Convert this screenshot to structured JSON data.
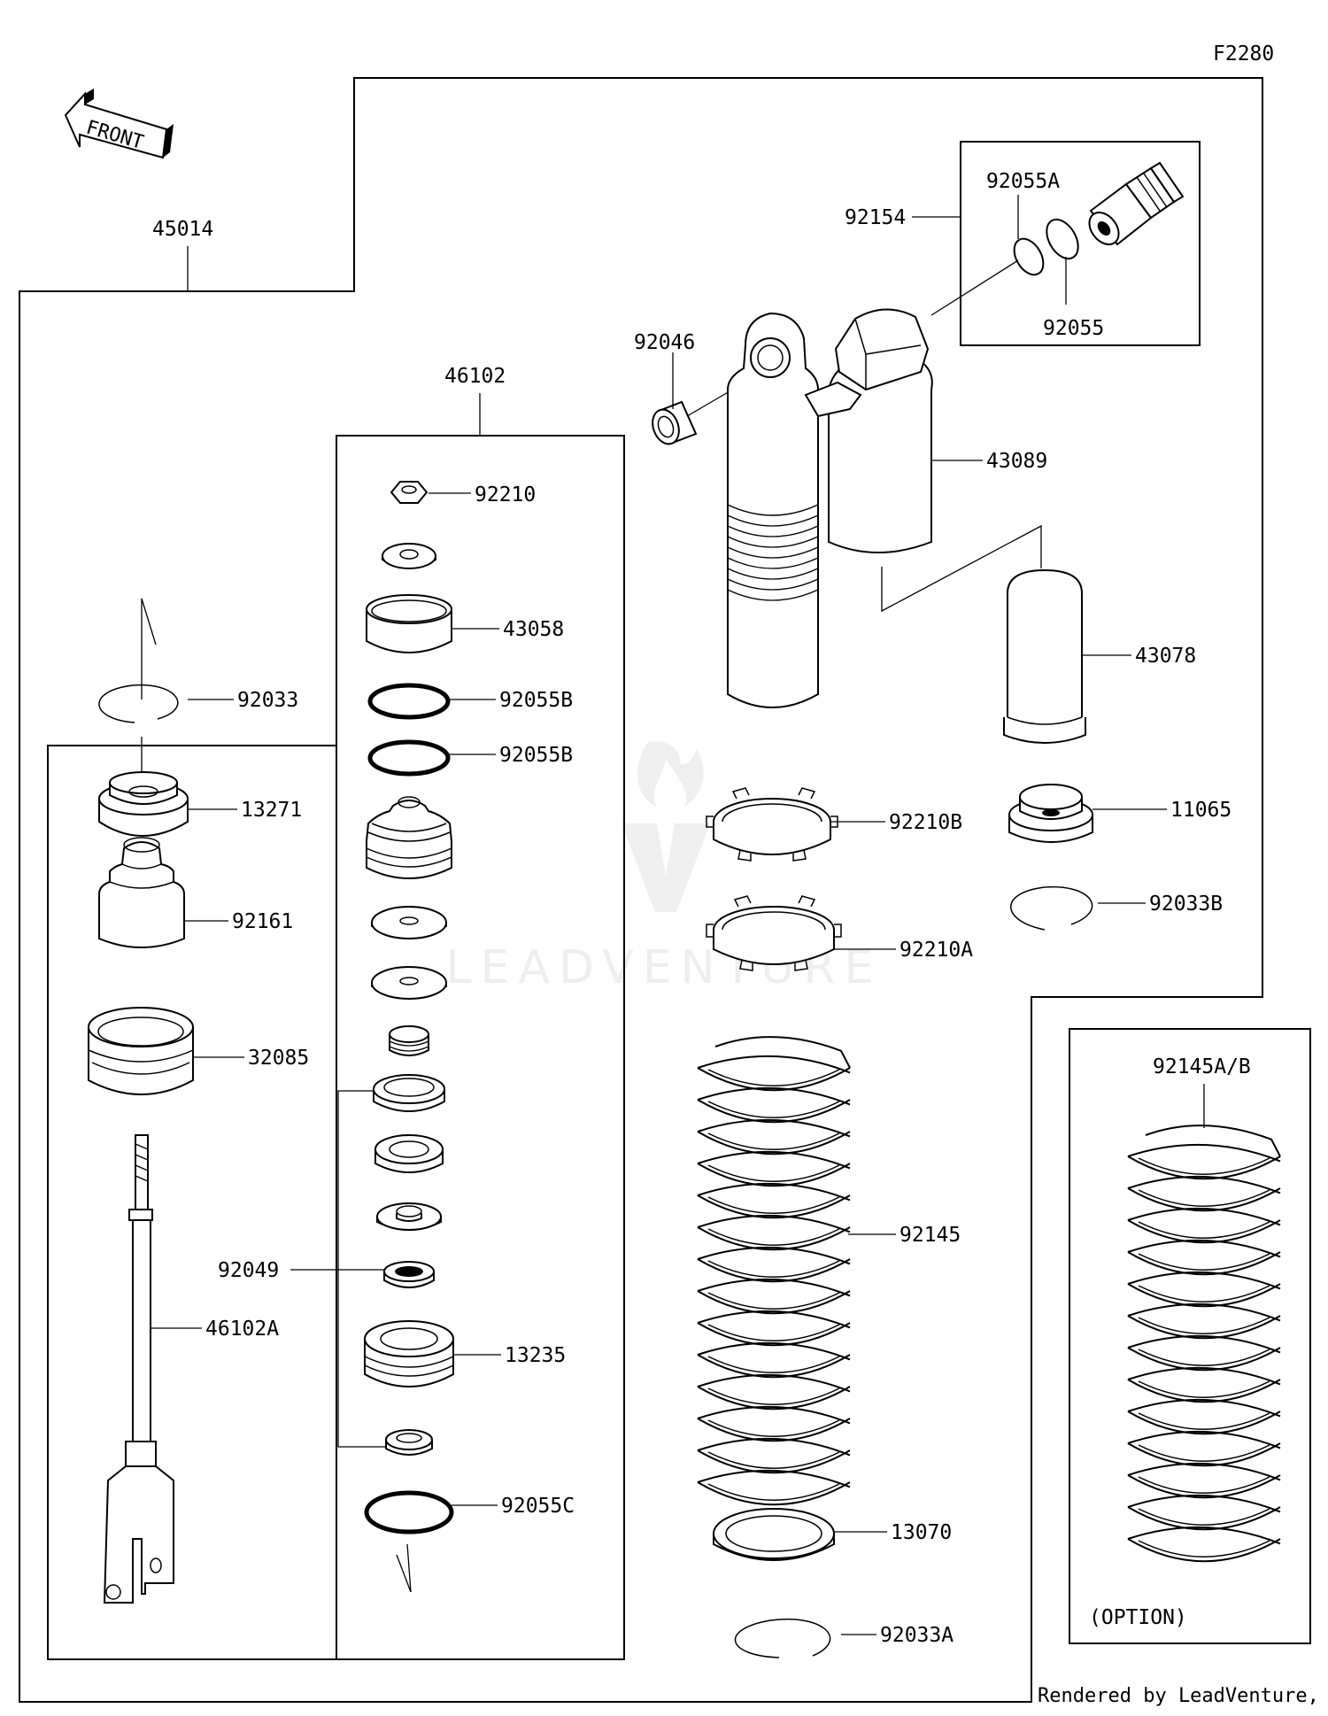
{
  "figure_code": "F2280",
  "front_label": "FRONT",
  "option_label": "(OPTION)",
  "footer": "Rendered by LeadVenture, Inc.",
  "watermark": "LEADVENTURE",
  "parts": {
    "p45014": "45014",
    "p46102": "46102",
    "p92210": "92210",
    "p43058": "43058",
    "p92055B_1": "92055B",
    "p92055B_2": "92055B",
    "p92033": "92033",
    "p13271": "13271",
    "p92161": "92161",
    "p32085": "32085",
    "p46102A": "46102A",
    "p92049": "92049",
    "p13235": "13235",
    "p92055C": "92055C",
    "p92154": "92154",
    "p92055A": "92055A",
    "p92055": "92055",
    "p92046": "92046",
    "p43089": "43089",
    "p43078": "43078",
    "p92210B": "92210B",
    "p92210A": "92210A",
    "p11065": "11065",
    "p92033B": "92033B",
    "p92145": "92145",
    "p13070": "13070",
    "p92033A": "92033A",
    "p92145AB": "92145A/B"
  }
}
